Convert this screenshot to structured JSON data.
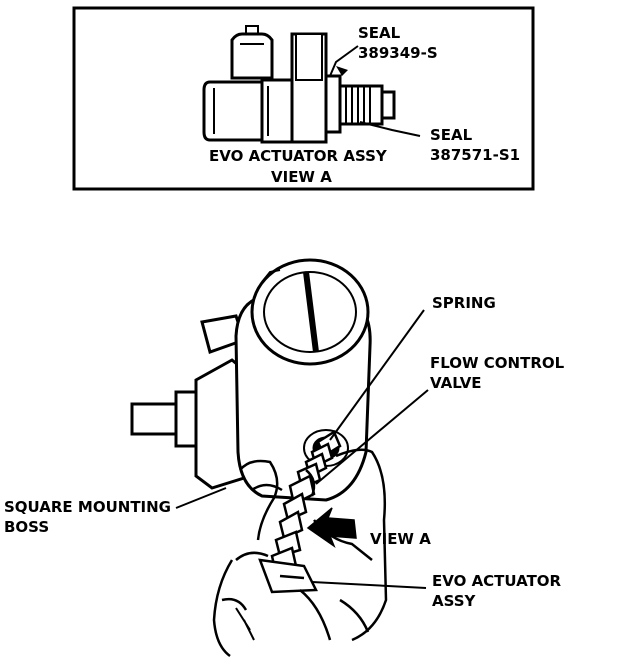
{
  "inset": {
    "seal_top": [
      "SEAL",
      "389349-S"
    ],
    "seal_bottom": [
      "SEAL",
      "387571-S1"
    ],
    "assembly_label": "EVO ACTUATOR ASSY",
    "view_label": "VIEW A"
  },
  "main": {
    "spring": "SPRING",
    "flow_control_valve": [
      "FLOW CONTROL",
      "VALVE"
    ],
    "square_mounting_boss": [
      "SQUARE MOUNTING",
      "BOSS"
    ],
    "view_a": "VIEW A",
    "evo_actuator_assy": [
      "EVO ACTUATOR",
      "ASSY"
    ]
  },
  "colors": {
    "ink": "#000000",
    "paper": "#ffffff"
  }
}
